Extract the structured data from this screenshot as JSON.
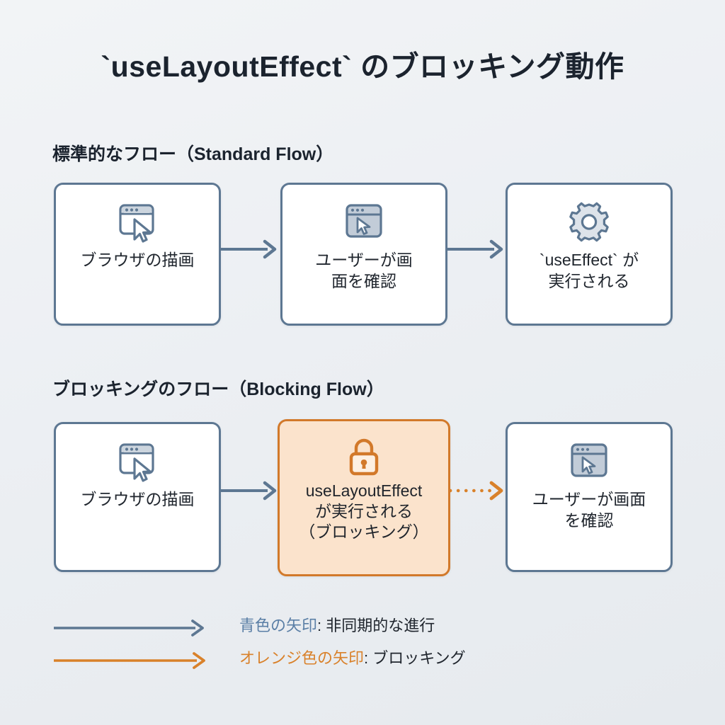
{
  "title": "`useLayoutEffect` のブロッキング動作",
  "sections": [
    {
      "id": "standard",
      "heading": "標準的なフロー（Standard Flow）",
      "nodes": [
        {
          "label": "ブラウザの描画",
          "icon": "browser-cursor-outline-icon",
          "style": "blue"
        },
        {
          "label": "ユーザーが画\n面を確認",
          "icon": "browser-cursor-filled-icon",
          "style": "blue"
        },
        {
          "label": "`useEffect` が\n実行される",
          "icon": "gear-icon",
          "style": "blue"
        }
      ],
      "arrows": [
        {
          "style": "solid",
          "color": "#5d7792"
        },
        {
          "style": "solid",
          "color": "#5d7792"
        }
      ]
    },
    {
      "id": "blocking",
      "heading": "ブロッキングのフロー（Blocking Flow）",
      "nodes": [
        {
          "label": "ブラウザの描画",
          "icon": "browser-cursor-outline-icon",
          "style": "blue"
        },
        {
          "label": "useLayoutEffect\nが実行される\n（ブロッキング）",
          "icon": "lock-icon",
          "style": "orange"
        },
        {
          "label": "ユーザーが画面\nを確認",
          "icon": "browser-cursor-filled-icon",
          "style": "blue"
        }
      ],
      "arrows": [
        {
          "style": "solid",
          "color": "#5d7792"
        },
        {
          "style": "dotted",
          "color": "#d9812a"
        }
      ]
    }
  ],
  "legend": [
    {
      "swatch": "blue-solid-arrow",
      "key": "青色の矢印",
      "separator": ": ",
      "value": "非同期的な進行",
      "color": "#5b7fa6"
    },
    {
      "swatch": "orange-solid-arrow",
      "key": "オレンジ色の矢印",
      "separator": ": ",
      "value": "ブロッキング",
      "color": "#d9812a"
    }
  ],
  "colors": {
    "background": "#eceff3",
    "node_border_blue": "#5d7792",
    "node_border_orange": "#d2792a",
    "node_fill_orange": "#fbe3cc",
    "icon_blue": "#5d7792",
    "icon_fill_blue": "#c2ccd8",
    "accent_orange": "#d9812a",
    "text": "#1b232e"
  }
}
